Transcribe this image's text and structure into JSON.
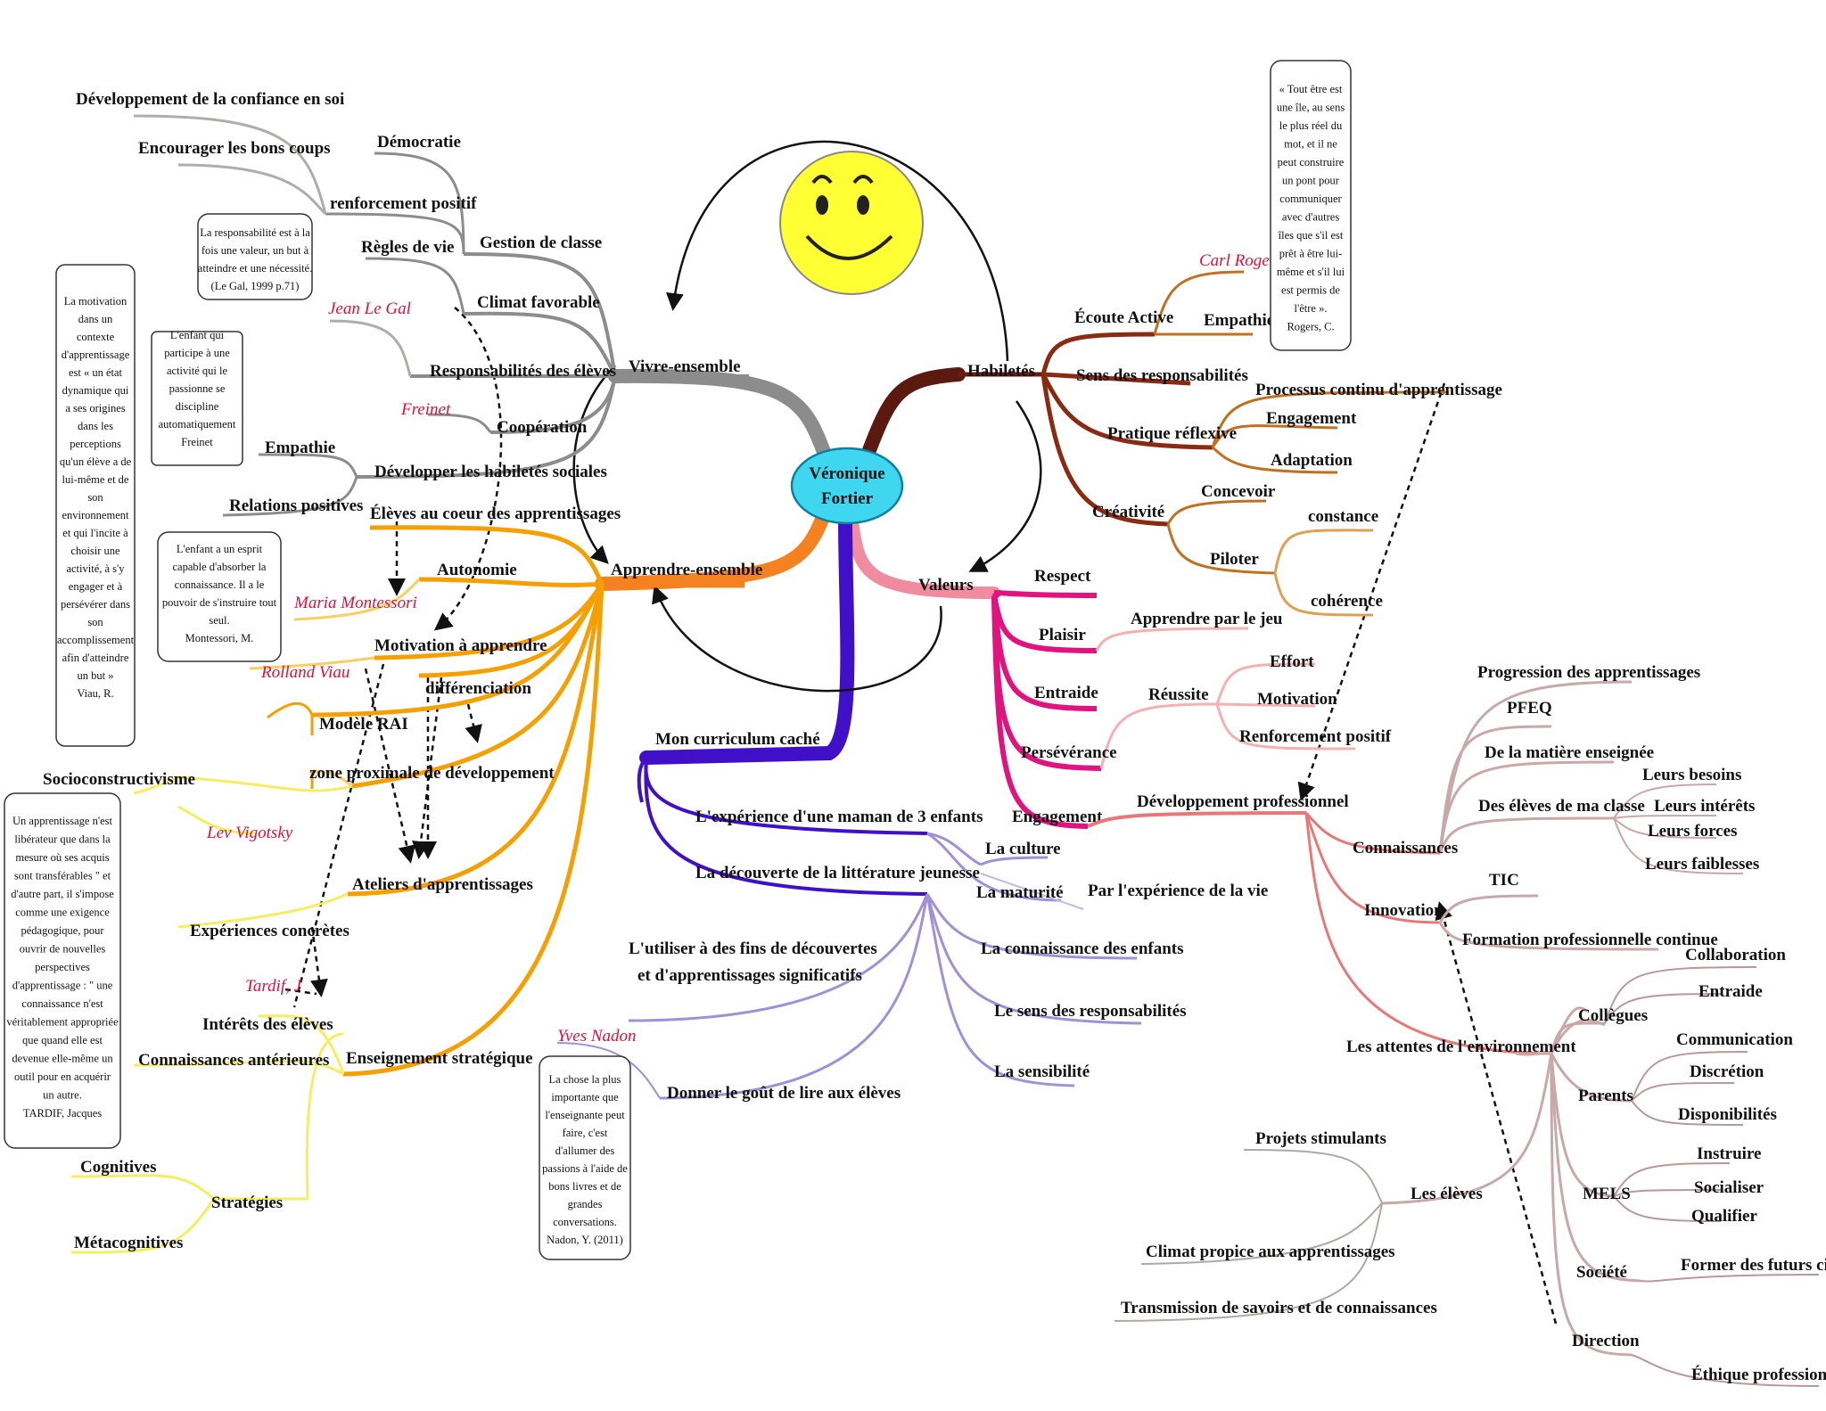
{
  "center": {
    "line1": "Véronique",
    "line2": "Fortier"
  },
  "colors": {
    "vivre": "#8c8c8c",
    "habiletes": "#5a1a10",
    "apprendre": "#f5a000",
    "valeurs": "#e0137f",
    "curriculum": "#4010c8",
    "dev_pro": "#e87878",
    "quote_author": "#e0103a"
  },
  "branches": {
    "vivre_ensemble": {
      "label": "Vivre-ensemble",
      "items": {
        "gestion": "Gestion de classe",
        "democratie": "Démocratie",
        "renforcement": "renforcement positif",
        "encourager": "Encourager les bons coups",
        "confiance": "Développement de la confiance en soi",
        "climat": "Climat favorable",
        "regles": "Règles de vie",
        "responsabilites": "Responsabilités des élèves",
        "legal": "Jean Le Gal",
        "cooperation": "Coopération",
        "freinet": "Freinet",
        "habiletes_sociales": "Développer les habiletés sociales",
        "empathie": "Empathie",
        "relations": "Relations positives"
      }
    },
    "apprendre_ensemble": {
      "label": "Apprendre-ensemble",
      "items": {
        "eleves_coeur": "Élèves au coeur des apprentissages",
        "autonomie": "Autonomie",
        "montessori": "Maria Montessori",
        "motivation": "Motivation à apprendre",
        "viau": "Rolland Viau",
        "differenciation": "différenciation",
        "rai": "Modèle RAI",
        "zpd": "zone proximale de développement",
        "socio": "Socioconstructivisme",
        "vigotsky": "Lev Vigotsky",
        "ateliers": "Ateliers d'apprentissages",
        "experiences": "Expériences concrètes",
        "tardif": "Tardif, J",
        "interets": "Intérêts des élèves",
        "connaissances_ant": "Connaissances antérieures",
        "ens_strat": "Enseignement stratégique",
        "strategies": "Stratégies",
        "cognitives": "Cognitives",
        "metacognitives": "Métacognitives"
      }
    },
    "habiletes": {
      "label": "Habiletés",
      "items": {
        "ecoute": "Écoute Active",
        "rogers": "Carl Rogers",
        "empathie": "Empathie",
        "sens_resp": "Sens des responsabilités",
        "pratique": "Pratique réflexive",
        "processus": "Processus continu d'apprentissage",
        "engagement": "Engagement",
        "adaptation": "Adaptation",
        "creativite": "Créativité",
        "concevoir": "Concevoir",
        "piloter": "Piloter",
        "constance": "constance",
        "coherence": "cohérence"
      }
    },
    "valeurs": {
      "label": "Valeurs",
      "items": {
        "respect": "Respect",
        "plaisir": "Plaisir",
        "jeu": "Apprendre par le jeu",
        "entraide": "Entraide",
        "reussite": "Réussite",
        "effort": "Effort",
        "motivation": "Motivation",
        "renforcement": "Renforcement positif",
        "perseverance": "Persévérance",
        "engagement": "Engagement"
      }
    },
    "dev_pro": {
      "label": "Développement professionnel",
      "items": {
        "connaissances": "Connaissances",
        "progression": "Progression des apprentissages",
        "pfeq": "PFEQ",
        "matiere": "De la matière enseignée",
        "eleves_classe": "Des élèves de ma classe",
        "besoins": "Leurs besoins",
        "interets": "Leurs intérêts",
        "forces": "Leurs forces",
        "faiblesses": "Leurs faiblesses",
        "innovation": "Innovation",
        "tic": "TIC",
        "formation": "Formation professionnelle continue",
        "attentes": "Les attentes de l'environnement",
        "collegues": "Collègues",
        "collaboration": "Collaboration",
        "entraide": "Entraide",
        "parents": "Parents",
        "communication": "Communication",
        "discretion": "Discrétion",
        "disponibilites": "Disponibilités",
        "mels": "MELS",
        "instruire": "Instruire",
        "socialiser": "Socialiser",
        "qualifier": "Qualifier",
        "societe": "Société",
        "citoyens": "Former des futurs citoyen",
        "direction": "Direction",
        "ethique": "Éthique professionnelle",
        "les_eleves": "Les élèves",
        "projets": "Projets stimulants",
        "climat": "Climat propice aux apprentissages",
        "transmission": "Transmission de savoirs et de connaissances"
      }
    },
    "curriculum": {
      "label": "Mon curriculum caché",
      "items": {
        "maman": "L'expérience d'une maman de 3 enfants",
        "litterature": "La découverte de la littérature jeunesse",
        "culture": "La culture",
        "experience_vie": "Par l'expérience de la vie",
        "maturite": "La maturité",
        "connaissance_enfants": "La connaissance des enfants",
        "sens_resp": "Le sens des responsabilités",
        "sensibilite": "La sensibilité",
        "decouvertes1": "L'utiliser à des fins de découvertes",
        "decouvertes2": "et d'apprentissages significatifs",
        "nadon": "Yves Nadon",
        "gout": "Donner le goût de lire aux élèves"
      }
    }
  },
  "quotes": {
    "rogers": [
      "« Tout être est",
      "une île, au sens",
      "le plus réel du",
      "mot, et il ne",
      "peut construire",
      "un pont pour",
      "communiquer",
      "avec d'autres",
      "îles que s'il est",
      "prêt à être lui-",
      "même et s'il lui",
      "est permis de",
      "l'être ».",
      "Rogers, C."
    ],
    "legal": [
      "La responsabilité est à la",
      "fois une valeur, un but à",
      "atteindre et une nécessité.",
      "(Le Gal, 1999 p.71)"
    ],
    "freinet": [
      "L'enfant qui",
      "participe à une",
      "activité qui le",
      "passionne se",
      "discipline",
      "automatiquement",
      "Freinet"
    ],
    "viau": [
      "La motivation",
      "dans un",
      "contexte",
      "d'apprentissage",
      "est « un état",
      "dynamique qui",
      "a ses origines",
      "dans les",
      "perceptions",
      "qu'un élève a de",
      "lui-même et de",
      "son",
      "environnement",
      "et qui l'incite à",
      "choisir une",
      "activité, à s'y",
      "engager et à",
      "persévérer dans",
      "son",
      "accomplissement",
      "afin d'atteindre",
      "un but »",
      "Viau, R."
    ],
    "montessori": [
      "L'enfant a un esprit",
      "capable d'absorber la",
      "connaissance. Il a le",
      "pouvoir de s'instruire tout",
      "seul.",
      "Montessori, M."
    ],
    "tardif": [
      "Un apprentissage n'est",
      "libérateur que dans la",
      "mesure où ses acquis",
      "sont transférables \" et",
      "d'autre part, il s'impose",
      "comme une exigence",
      "pédagogique, pour",
      "ouvrir de nouvelles",
      "perspectives",
      "d'apprentissage : \" une",
      "connaissance n'est",
      "véritablement appropriée",
      "que quand elle est",
      "devenue elle-même un",
      "outil pour en acquérir",
      "un autre.",
      "TARDIF, Jacques"
    ],
    "nadon": [
      "La chose la plus",
      "importante que",
      "l'enseignante peut",
      "faire, c'est",
      "d'allumer des",
      "passions à l'aide de",
      "bons livres et de",
      "grandes",
      "conversations.",
      "Nadon, Y. (2011)"
    ]
  }
}
